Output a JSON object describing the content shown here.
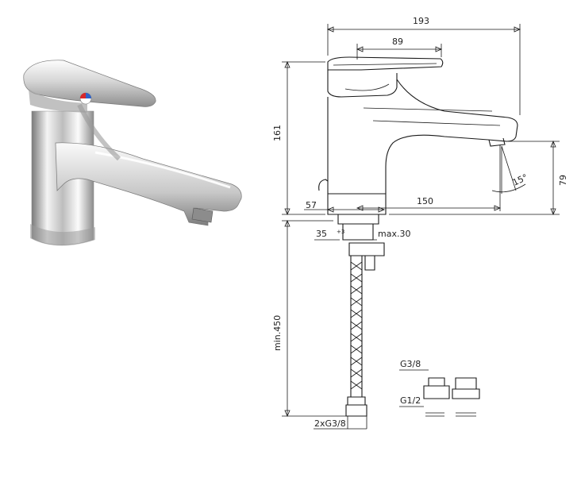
{
  "product": {
    "colors": {
      "chrome_light": "#f2f2f2",
      "chrome_mid": "#c9c9c9",
      "chrome_dark": "#6b6b6b",
      "hot": "#d8282a",
      "cold": "#2f62c8",
      "line": "#1a1a1a"
    }
  },
  "dimensions": {
    "overall_width": "193",
    "handle_length": "89",
    "height": "161",
    "spout_reach": "150",
    "base_diameter": "57",
    "spout_height": "79",
    "spout_angle": "15°",
    "hole_diameter": "35",
    "max_deck_thickness": "max.30",
    "hose_length": "min.450",
    "hose_connection": "2xG3/8"
  },
  "adapters": {
    "top_thread": "G3/8",
    "bottom_thread": "G1/2"
  }
}
